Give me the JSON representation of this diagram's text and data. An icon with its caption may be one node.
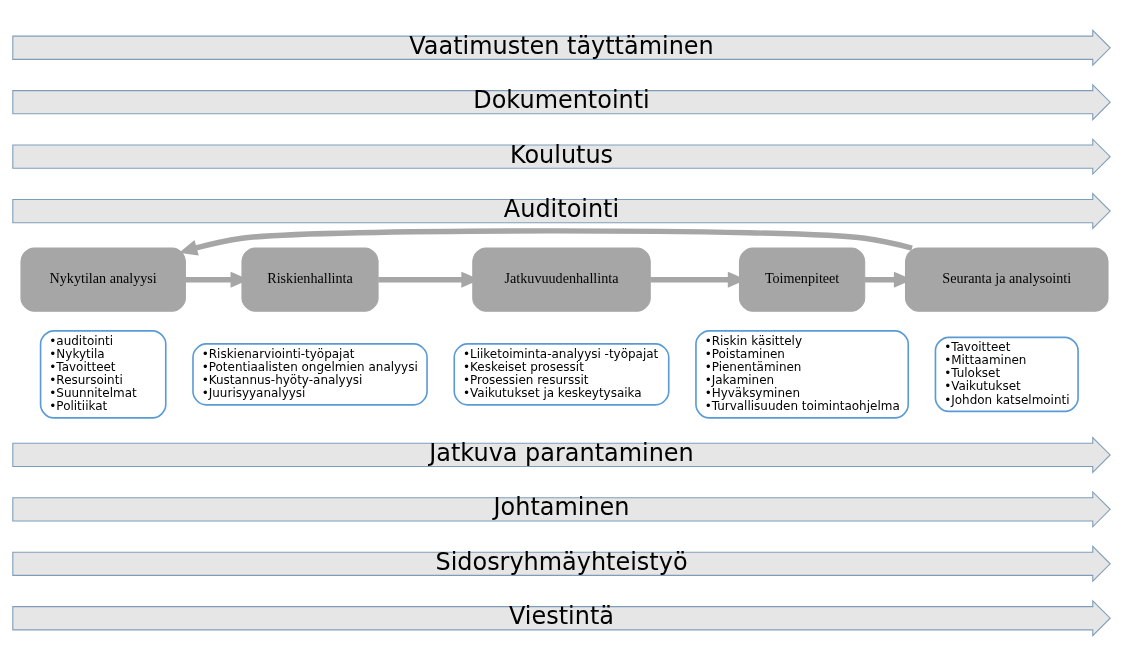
{
  "diagram": {
    "nodes": [
      {
        "text": [
          "Vaatimusten täyttäminen"
        ]
      },
      {
        "text": [
          "Dokumentointi"
        ]
      },
      {
        "text": [
          "Koulutus"
        ]
      },
      {
        "text": [
          "Auditointi"
        ]
      },
      {
        "text": [
          "Nykytilan analyysi"
        ]
      },
      {
        "text": [
          "•auditointi",
          "•Nykytila",
          "•Tavoitteet",
          "•Resursointi",
          "•Suunnitelmat",
          "•Politiikat"
        ]
      },
      {
        "text": [
          "Riskienhallinta"
        ]
      },
      {
        "text": [
          "•Riskienarviointi-työpajat",
          "•Potentiaalisten ongelmien analyysi",
          "•Kustannus-hyöty-analyysi",
          "•Juurisyyanalyysi"
        ]
      },
      {
        "text": [
          "Jatkuvuudenhallinta"
        ]
      },
      {
        "text": [
          "•Liiketoiminta-analyysi -työpajat",
          "•Keskeiset prosessit",
          "•Prosessien resurssit",
          "•Vaikutukset ja keskeytysaika"
        ]
      },
      {
        "text": [
          "Toimenpiteet"
        ]
      },
      {
        "text": [
          "•Riskin käsittely",
          "•Poistaminen",
          "•Pienentäminen",
          "•Jakaminen",
          "•Hyväksyminen",
          "•Turvallisuuden toimintaohjelma"
        ]
      },
      {
        "text": [
          "Seuranta ja analysointi"
        ]
      },
      {
        "text": [
          "•Tavoitteet",
          "•Mittaaminen",
          "•Tulokset",
          "•Vaikutukset",
          "•Johdon katselmointi"
        ]
      },
      {
        "text": [
          "Jatkuva parantaminen"
        ]
      },
      {
        "text": [
          "Johtaminen"
        ]
      },
      {
        "text": [
          "Sidosryhmäyhteistyö"
        ]
      },
      {
        "text": [
          "Viestintä"
        ]
      }
    ],
    "edges": [
      {
        "from": 4,
        "to": 6,
        "arrow": "to"
      },
      {
        "from": 6,
        "to": 8,
        "arrow": "to"
      },
      {
        "from": 8,
        "to": 10,
        "arrow": "to"
      },
      {
        "from": 10,
        "to": 12,
        "arrow": "to"
      },
      {
        "from": 12,
        "to": 4,
        "arrow": "to"
      }
    ]
  }
}
